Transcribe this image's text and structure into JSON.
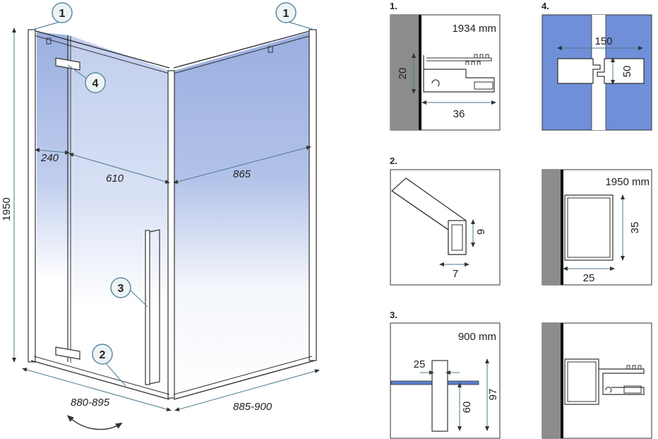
{
  "main": {
    "height": "1950",
    "door_panel": "240",
    "door_width": "610",
    "side_panel": "865",
    "front_range": "880-895",
    "side_range": "885-900",
    "callouts": [
      "1",
      "1",
      "4",
      "3",
      "2"
    ]
  },
  "details": {
    "d1": {
      "label": "1.",
      "length": "1934 mm",
      "height": "20",
      "width": "36"
    },
    "d2": {
      "label": "2.",
      "height": "9",
      "width": "7"
    },
    "d3": {
      "label": "3.",
      "length": "900 mm",
      "top": "25",
      "lower": "60",
      "total": "97"
    },
    "d4": {
      "label": "4.",
      "width": "150",
      "height": "50"
    },
    "d5": {
      "length": "1950 mm",
      "height": "35",
      "width": "25"
    }
  },
  "colors": {
    "glass": "#9db2e0",
    "line": "#333333",
    "dim": "#4a7a8c",
    "callout_ring": "#5b8aa0",
    "wall": "#8c8c8c"
  }
}
